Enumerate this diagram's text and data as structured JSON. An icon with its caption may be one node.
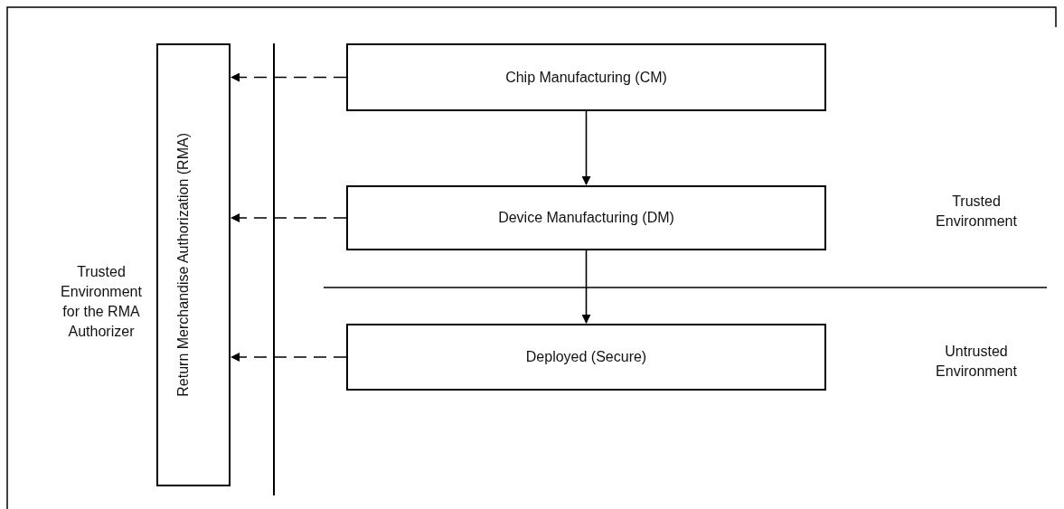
{
  "diagram": {
    "nodes": [
      {
        "text": [
          "Return Merchandise Authorization (RMA)"
        ]
      },
      {
        "text": [
          "Chip Manufacturing (CM)"
        ]
      },
      {
        "text": [
          "Device Manufacturing (DM)"
        ]
      },
      {
        "text": [
          "Deployed (Secure)"
        ]
      }
    ],
    "edges": [
      {
        "from": 1,
        "to": 2,
        "arrow": "to"
      },
      {
        "from": 2,
        "to": 3,
        "arrow": "to"
      },
      {
        "from": 1,
        "to": 0,
        "arrow": "to",
        "style": "dashed"
      },
      {
        "from": 2,
        "to": 0,
        "arrow": "to",
        "style": "dashed"
      },
      {
        "from": 3,
        "to": 0,
        "arrow": "to",
        "style": "dashed"
      }
    ],
    "labels": [
      "Trusted Environment for the RMA Authorizer",
      "Trusted Environment",
      "Untrusted Environment"
    ]
  }
}
